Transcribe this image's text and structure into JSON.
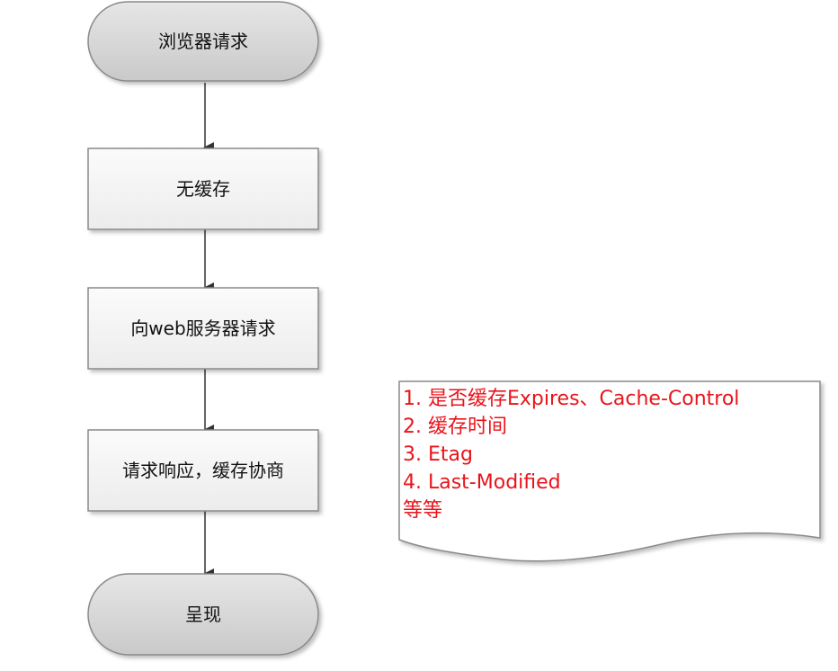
{
  "flow": {
    "start": "浏览器请求",
    "step1": "无缓存",
    "step2": "向web服务器请求",
    "step3": "请求响应，缓存协商",
    "end": "呈现"
  },
  "note": {
    "lines": [
      "1. 是否缓存Expires、Cache-Control",
      "2. 缓存时间",
      "3. Etag",
      "4. Last-Modified",
      "等等"
    ],
    "color": "#e8141b"
  },
  "colors": {
    "terminal_fill": "#d9d9d9",
    "box_fill": "#f5f5f5",
    "stroke": "#8a8a8a",
    "arrow": "#333333"
  }
}
